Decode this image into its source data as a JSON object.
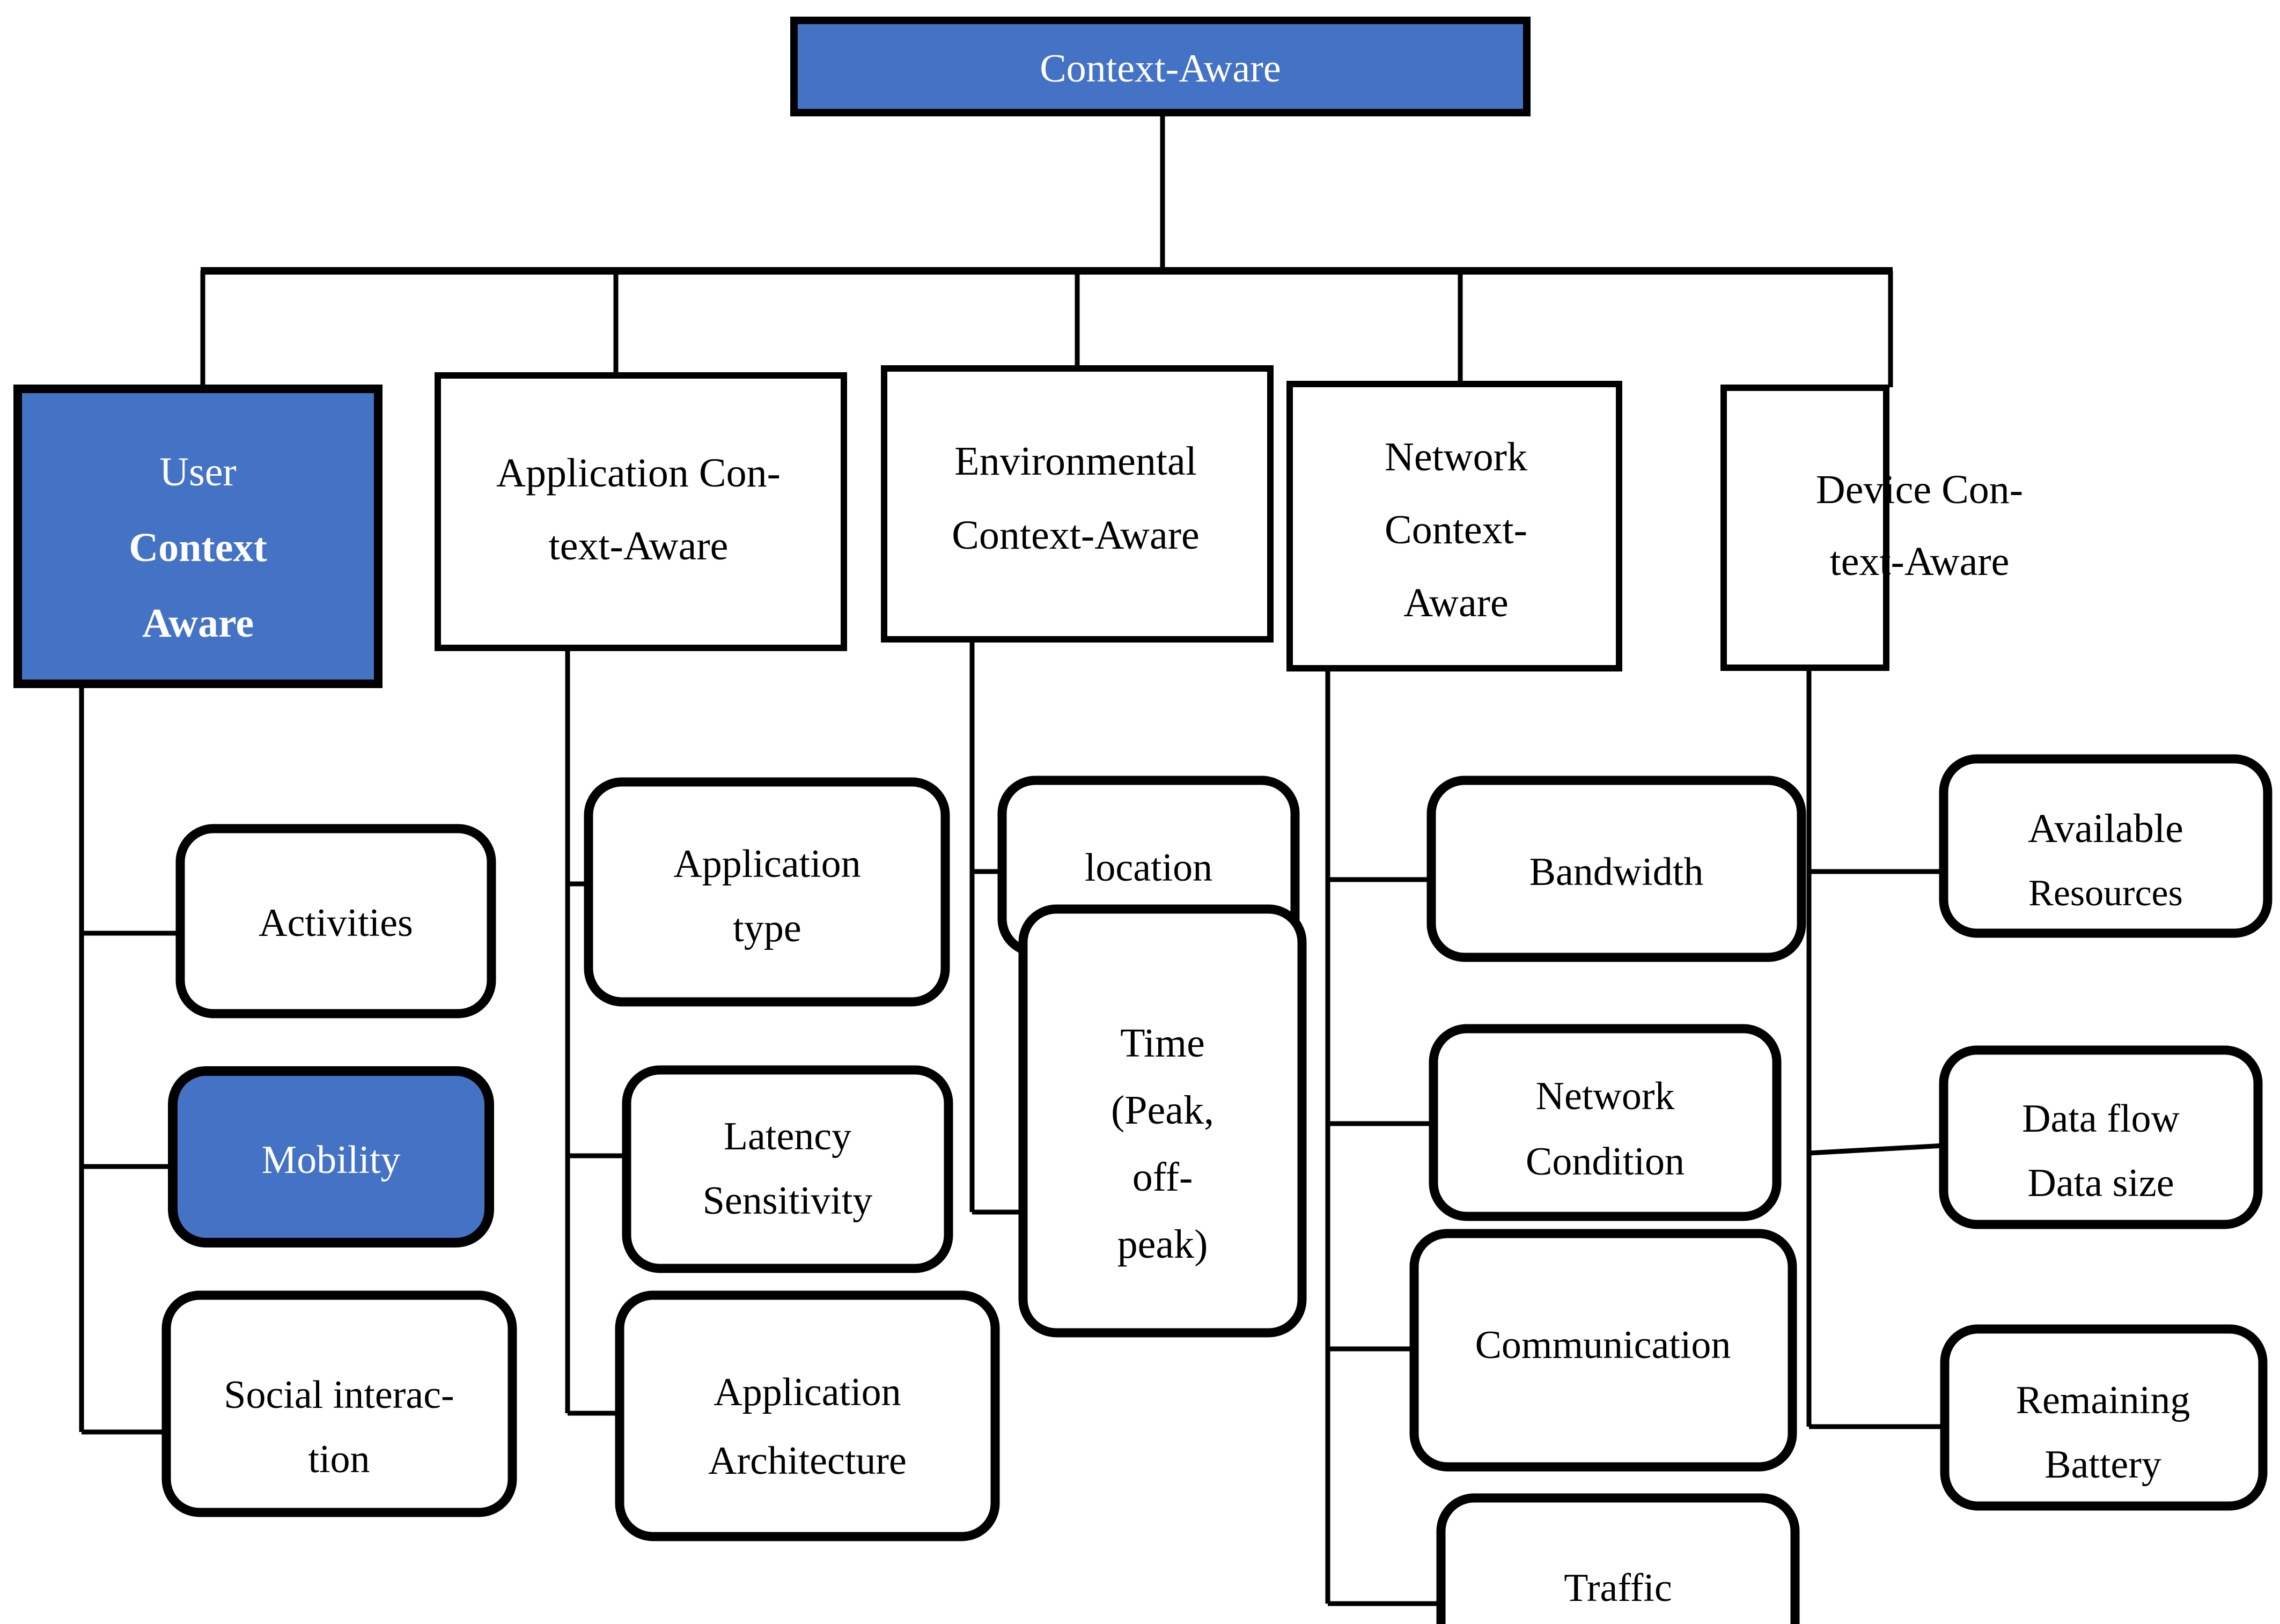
{
  "diagram": {
    "type": "hierarchy-tree",
    "title": "Context-Aware",
    "colors": {
      "accent_blue": "#4472C4",
      "stroke_black": "#000000",
      "fill_white": "#FFFFFF",
      "text_white": "#FFFFFF",
      "text_black": "#000000"
    },
    "root": {
      "id": "context-aware",
      "label": "Context-Aware",
      "lines": [
        "Context-Aware"
      ],
      "highlighted": true,
      "shape": "rectangle"
    },
    "branches": [
      {
        "id": "user-context-aware",
        "label": "User Context Aware",
        "lines": [
          "User",
          "Context",
          "Aware"
        ],
        "bold_lines": [
          false,
          true,
          true
        ],
        "highlighted": true,
        "shape": "rectangle",
        "children": [
          {
            "id": "activities",
            "label": "Activities",
            "lines": [
              "Activities"
            ],
            "highlighted": false,
            "shape": "rounded"
          },
          {
            "id": "mobility",
            "label": "Mobility",
            "lines": [
              "Mobility"
            ],
            "highlighted": true,
            "shape": "rounded"
          },
          {
            "id": "social-interaction",
            "label": "Social interaction",
            "lines": [
              "Social interac-",
              "tion"
            ],
            "highlighted": false,
            "shape": "rounded"
          }
        ]
      },
      {
        "id": "application-context-aware",
        "label": "Application Context-Aware",
        "lines": [
          "Application Con-",
          "text-Aware"
        ],
        "highlighted": false,
        "shape": "rectangle",
        "children": [
          {
            "id": "application-type",
            "label": "Application type",
            "lines": [
              "Application",
              "type"
            ],
            "highlighted": false,
            "shape": "rounded"
          },
          {
            "id": "latency-sensitivity",
            "label": "Latency Sensitivity",
            "lines": [
              "Latency",
              "Sensitivity"
            ],
            "highlighted": false,
            "shape": "rounded"
          },
          {
            "id": "application-architecture",
            "label": "Application Architecture",
            "lines": [
              "Application",
              "Architecture"
            ],
            "highlighted": false,
            "shape": "rounded"
          }
        ]
      },
      {
        "id": "environmental-context-aware",
        "label": "Environmental Context-Aware",
        "lines": [
          "Environmental",
          "Context-Aware"
        ],
        "highlighted": false,
        "shape": "rectangle",
        "children": [
          {
            "id": "location",
            "label": "location",
            "lines": [
              "location"
            ],
            "highlighted": false,
            "shape": "rounded"
          },
          {
            "id": "time-peak-offpeak",
            "label": "Time (Peak, off-peak)",
            "lines": [
              "Time",
              "(Peak,",
              "off-",
              "peak)"
            ],
            "highlighted": false,
            "shape": "rounded"
          }
        ]
      },
      {
        "id": "network-context-aware",
        "label": "Network Context-Aware",
        "lines": [
          "Network",
          "Context-",
          "Aware"
        ],
        "highlighted": false,
        "shape": "rectangle",
        "children": [
          {
            "id": "bandwidth",
            "label": "Bandwidth",
            "lines": [
              "Bandwidth"
            ],
            "highlighted": false,
            "shape": "rounded"
          },
          {
            "id": "network-condition",
            "label": "Network Condition",
            "lines": [
              "Network",
              "Condition"
            ],
            "highlighted": false,
            "shape": "rounded"
          },
          {
            "id": "communication",
            "label": "Communication",
            "lines": [
              "Communication"
            ],
            "highlighted": false,
            "shape": "rounded"
          },
          {
            "id": "traffic",
            "label": "Traffic",
            "lines": [
              "Traffic"
            ],
            "highlighted": false,
            "shape": "rounded"
          }
        ]
      },
      {
        "id": "device-context-aware",
        "label": "Device Context-Aware",
        "lines": [
          "Device Con-",
          "text-Aware"
        ],
        "highlighted": false,
        "shape": "rectangle",
        "children": [
          {
            "id": "available-resources",
            "label": "Available Resources",
            "lines": [
              "Available",
              "Resources"
            ],
            "highlighted": false,
            "shape": "rounded"
          },
          {
            "id": "data-flow-data-size",
            "label": "Data flow Data size",
            "lines": [
              "Data flow",
              "Data size"
            ],
            "highlighted": false,
            "shape": "rounded"
          },
          {
            "id": "remaining-battery",
            "label": "Remaining Battery",
            "lines": [
              "Remaining",
              "Battery"
            ],
            "highlighted": false,
            "shape": "rounded"
          }
        ]
      }
    ]
  },
  "text": {
    "root_label": "Context-Aware",
    "user_l1": "User",
    "user_l2": "Context",
    "user_l3": "Aware",
    "app_l1": "Application Con-",
    "app_l2": "text-Aware",
    "env_l1": "Environmental",
    "env_l2": "Context-Aware",
    "net_l1": "Network",
    "net_l2": "Context-",
    "net_l3": "Aware",
    "dev_l1": "Device Con-",
    "dev_l2": "text-Aware",
    "activities": "Activities",
    "mobility": "Mobility",
    "social_l1": "Social interac-",
    "social_l2": "tion",
    "apptype_l1": "Application",
    "apptype_l2": "type",
    "latency_l1": "Latency",
    "latency_l2": "Sensitivity",
    "apparch_l1": "Application",
    "apparch_l2": "Architecture",
    "location": "location",
    "time_l1": "Time",
    "time_l2": "(Peak,",
    "time_l3": "off-",
    "time_l4": "peak)",
    "bandwidth": "Bandwidth",
    "netcond_l1": "Network",
    "netcond_l2": "Condition",
    "communication": "Communication",
    "traffic": "Traffic",
    "avail_l1": "Available",
    "avail_l2": "Resources",
    "dataflow_l1": "Data flow",
    "dataflow_l2": "Data size",
    "battery_l1": "Remaining",
    "battery_l2": "Battery"
  }
}
